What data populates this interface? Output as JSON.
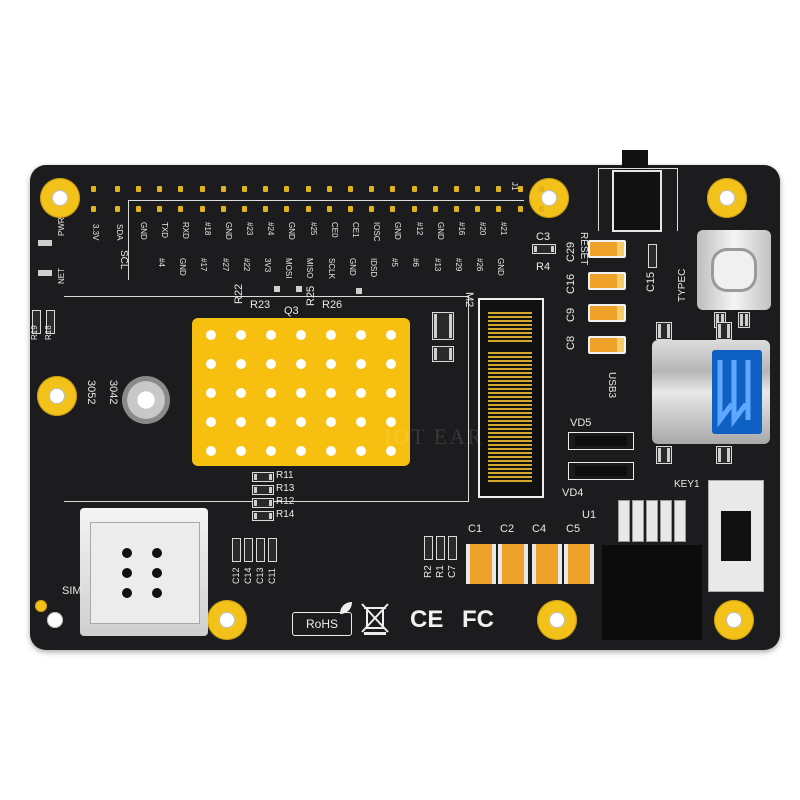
{
  "labels": {
    "reset": "RESET",
    "typec": "TYPEC",
    "usb3": "USB3",
    "key1": "KEY1",
    "sim": "SIM",
    "m2": "M2",
    "pwr": "PWR",
    "net": "NET",
    "j1": "J1",
    "u1": "U1",
    "vd5": "VD5",
    "vd4": "VD4",
    "c1": "C1",
    "c2": "C2",
    "c4": "C4",
    "c5": "C5",
    "c3": "C3",
    "r4": "R4",
    "c29": "C29",
    "c16": "C16",
    "c9": "C9",
    "c8": "C8",
    "c15": "C15",
    "r22": "R22",
    "r23": "R23",
    "q3": "Q3",
    "r25": "R25",
    "r26": "R26",
    "r11": "R11",
    "r13": "R13",
    "r12": "R12",
    "r14": "R14",
    "r19": "R19",
    "r18": "R18",
    "r2": "R2",
    "r1": "R1",
    "c7": "C7",
    "c12": "C12",
    "c14": "C14",
    "c13": "C13",
    "c11": "C11",
    "v33": "3.3V",
    "sda": "SDA",
    "scl": "SCL",
    "mod1": "3042",
    "mod2": "3052",
    "rohs": "RoHS",
    "ce": "CE",
    "fc": "FC",
    "watermark": "IOT EAR"
  },
  "header_top_labels": [
    "GND",
    "TXD",
    "RXD",
    "#18",
    "GND",
    "#23",
    "#24",
    "GND",
    "#25",
    "CE0",
    "CE1",
    "IOSC",
    "GND",
    "#12",
    "GND",
    "#16",
    "#20",
    "#21"
  ],
  "header_bottom_labels": [
    "#4",
    "GND",
    "#17",
    "#27",
    "#22",
    "3V3",
    "MOSI",
    "MISO",
    "SCLK",
    "GND",
    "IDSD",
    "#5",
    "#6",
    "#13",
    "#29",
    "#26",
    "GND"
  ],
  "colors": {
    "board": "#1c1c1e",
    "gold": "#f3c21a",
    "usb_blue": "#0e60c2",
    "heatsink": "#f7bf10"
  }
}
